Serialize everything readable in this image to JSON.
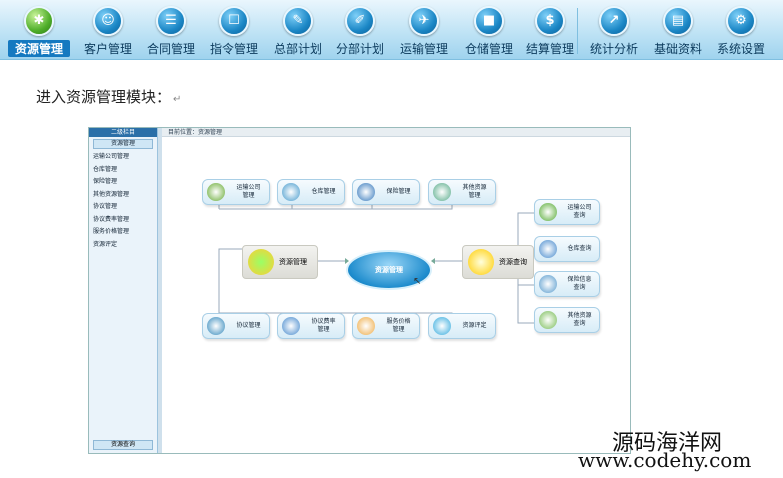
{
  "nav": [
    {
      "label": "资源管理",
      "icon": "resource-icon",
      "active": true
    },
    {
      "label": "客户管理",
      "icon": "customer-icon"
    },
    {
      "label": "合同管理",
      "icon": "contract-icon"
    },
    {
      "label": "指令管理",
      "icon": "order-icon"
    },
    {
      "label": "总部计划",
      "icon": "hq-plan-icon"
    },
    {
      "label": "分部计划",
      "icon": "branch-plan-icon"
    },
    {
      "label": "运输管理",
      "icon": "truck-icon"
    },
    {
      "label": "仓储管理",
      "icon": "warehouse-icon"
    },
    {
      "label": "结算管理",
      "icon": "dollar-icon"
    },
    {
      "label": "统计分析",
      "icon": "stats-icon"
    },
    {
      "label": "基础资料",
      "icon": "folder-icon"
    },
    {
      "label": "系统设置",
      "icon": "settings-icon"
    }
  ],
  "intro": "进入资源管理模块：",
  "intro_mark": "↵",
  "screenshot": {
    "sidebar_header": "二级栏目",
    "sidebar_title": "资源管理",
    "sidebar_items": [
      "运输公司管理",
      "仓库管理",
      "保险管理",
      "其他资源管理",
      "协议管理",
      "协议费率管理",
      "服务价格管理",
      "资源评定"
    ],
    "sidebar_footer": "资源查询",
    "crumb": "目前位置：资源管理",
    "center": "资源管理",
    "hub_left": "资源管理",
    "hub_right": "资源查询",
    "top_boxes": [
      "运输公司\n管理",
      "仓库管理",
      "保险管理",
      "其他资源\n管理"
    ],
    "bottom_boxes": [
      "协议管理",
      "协议费率\n管理",
      "服务价格\n管理",
      "资源评定"
    ],
    "right_boxes": [
      "运输公司\n查询",
      "仓库查询",
      "保险信息\n查询",
      "其他资源\n查询"
    ]
  },
  "watermark": {
    "line1": "源码海洋网",
    "line2": "www.codehy.com"
  }
}
